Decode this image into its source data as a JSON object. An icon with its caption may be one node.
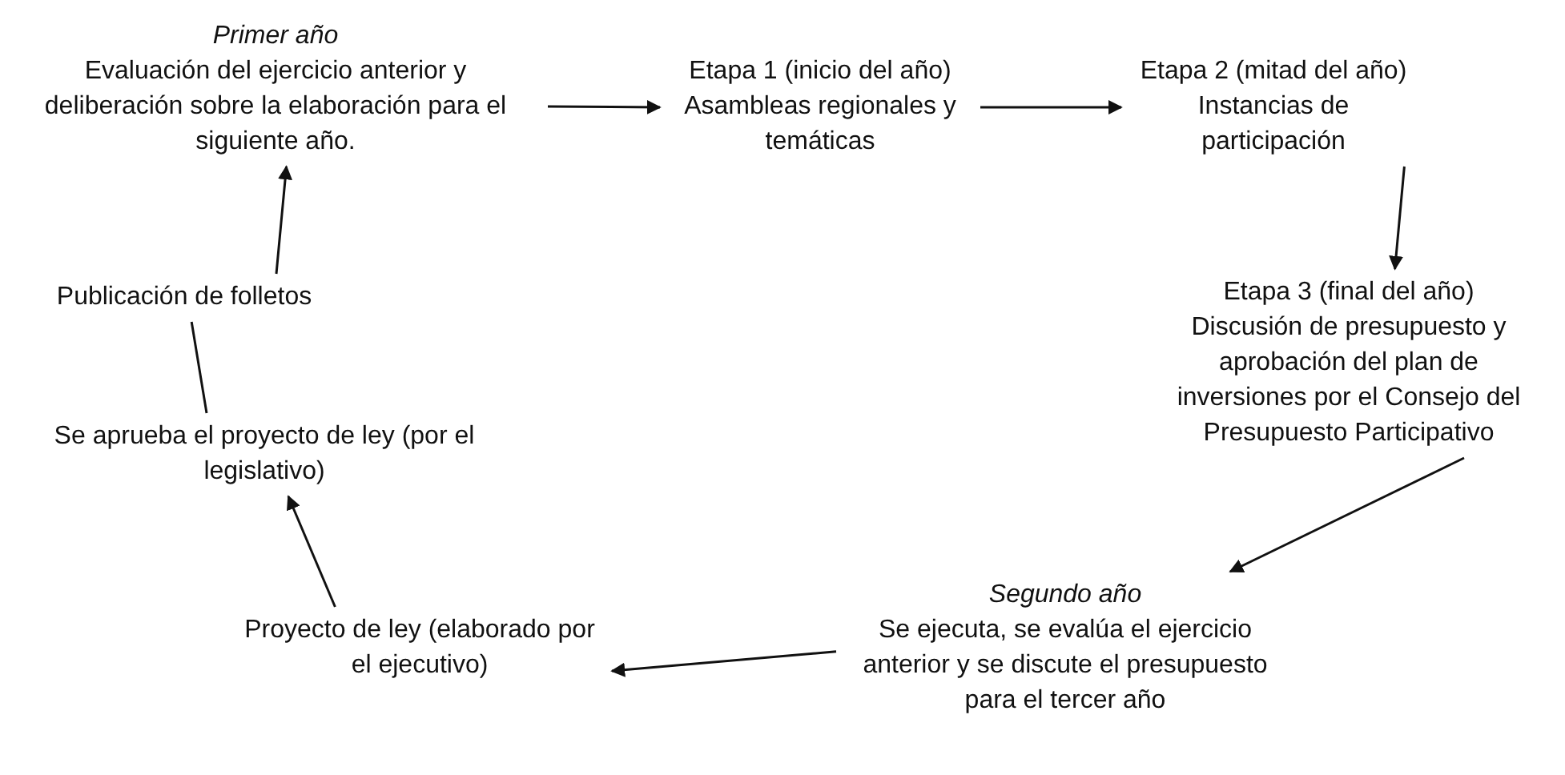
{
  "diagram": {
    "nodes": [
      {
        "text": [
          "Primer año",
          "Evaluación del ejercicio anterior y deliberación sobre la elaboración para el siguiente año."
        ]
      },
      {
        "text": [
          "Etapa 1 (inicio del año) Asambleas regionales y temáticas"
        ]
      },
      {
        "text": [
          "Etapa 2 (mitad del año) Instancias de participación"
        ]
      },
      {
        "text": [
          "Etapa 3 (final del año) Discusión de presupuesto y aprobación del plan de inversiones por el Consejo del Presupuesto Participativo"
        ]
      },
      {
        "text": [
          "Segundo año",
          "Se ejecuta, se evalúa el ejercicio anterior y se discute el presupuesto para el tercer año"
        ]
      },
      {
        "text": [
          "Proyecto de ley (elaborado por el ejecutivo)"
        ]
      },
      {
        "text": [
          "Se aprueba el proyecto de ley (por el legislativo)"
        ]
      },
      {
        "text": [
          "Publicación de folletos"
        ]
      }
    ],
    "edges": [
      {
        "from": 0,
        "to": 1,
        "arrow": "to"
      },
      {
        "from": 1,
        "to": 2,
        "arrow": "to"
      },
      {
        "from": 2,
        "to": 3,
        "arrow": "to"
      },
      {
        "from": 3,
        "to": 4,
        "arrow": "to"
      },
      {
        "from": 4,
        "to": 5,
        "arrow": "to"
      },
      {
        "from": 5,
        "to": 6,
        "arrow": "to"
      },
      {
        "from": 6,
        "to": 7,
        "arrow": "none"
      },
      {
        "from": 7,
        "to": 0,
        "arrow": "to"
      }
    ]
  }
}
